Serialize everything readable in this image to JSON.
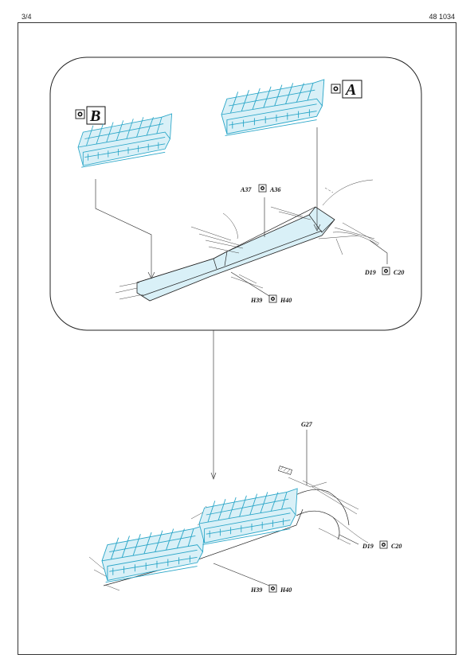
{
  "header": {
    "page": "3/4",
    "code": "48 1034"
  },
  "upper": {
    "callout_a": "A",
    "callout_b": "B",
    "label_a37": "A37",
    "label_a36": "A36",
    "label_h39": "H39",
    "label_h40": "H40",
    "label_d19": "D19",
    "label_c20": "C20"
  },
  "lower": {
    "label_g27": "G27",
    "label_d19": "D19",
    "label_c20": "C20",
    "label_h39": "H39",
    "label_h40": "H40"
  }
}
